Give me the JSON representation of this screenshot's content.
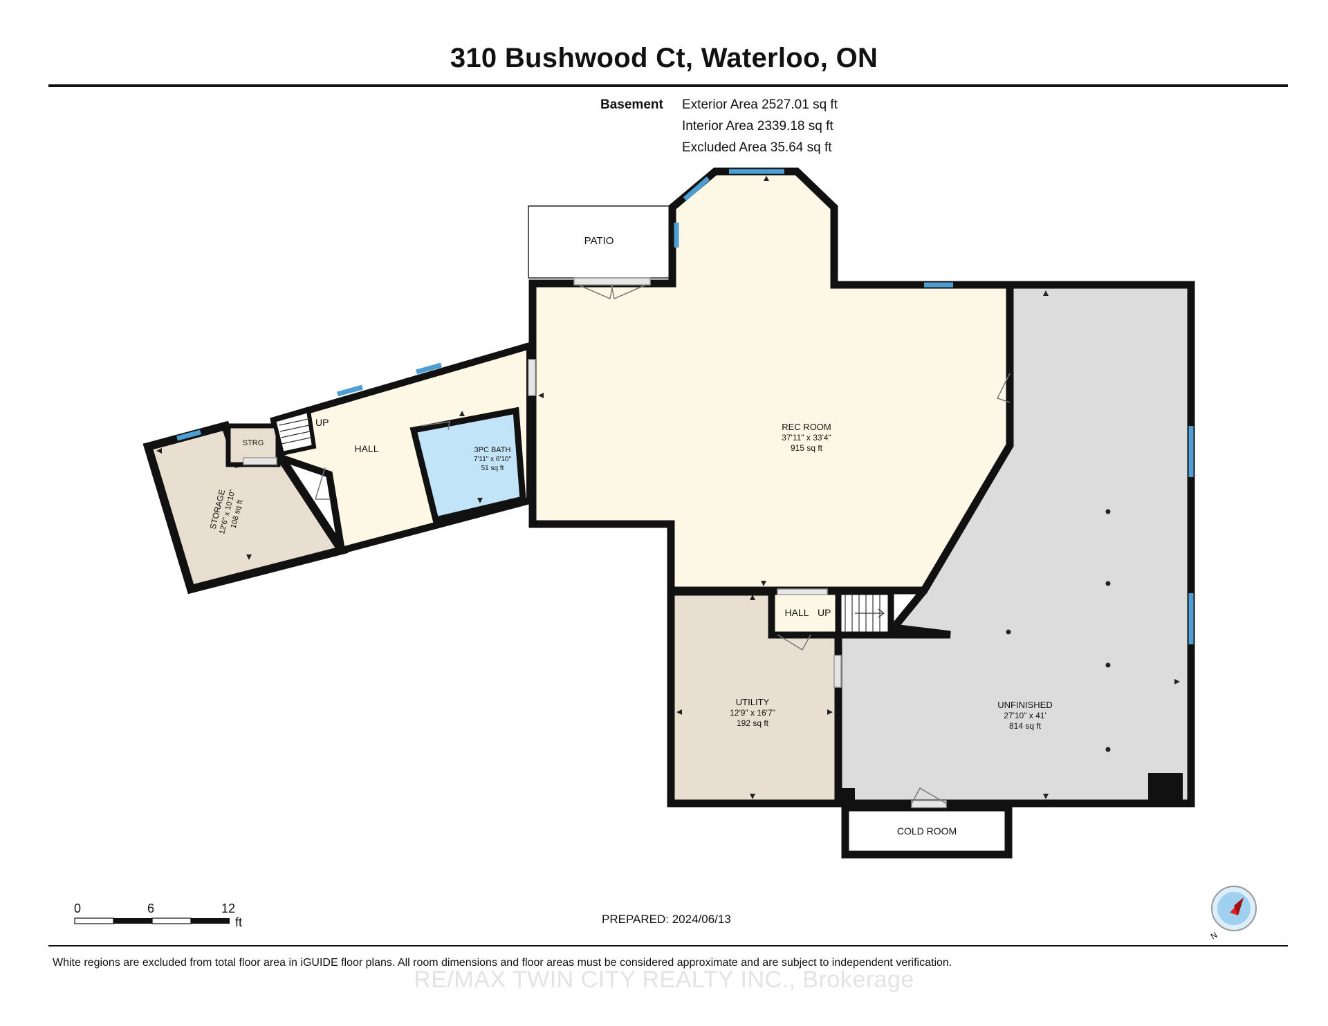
{
  "title": "310 Bushwood Ct, Waterloo, ON",
  "level": "Basement",
  "areas": [
    "Exterior Area 2527.01 sq ft",
    "Interior Area 2339.18 sq ft",
    "Excluded Area 35.64 sq ft"
  ],
  "rooms": {
    "patio": {
      "name": "PATIO"
    },
    "rec_room": {
      "name": "REC ROOM",
      "dims": "37'11\" x 33'4\"",
      "area": "915 sq ft"
    },
    "hall_west": {
      "name": "HALL"
    },
    "stairs_west": {
      "label": "UP"
    },
    "strg": {
      "name": "STRG"
    },
    "storage": {
      "name": "STORAGE",
      "dims": "12'6\" x 10'10\"",
      "area": "108 sq ft"
    },
    "bath": {
      "name": "3PC BATH",
      "dims": "7'11\" x 6'10\"",
      "area": "51 sq ft"
    },
    "hall_south": {
      "name": "HALL"
    },
    "stairs_south": {
      "label": "UP"
    },
    "utility": {
      "name": "UTILITY",
      "dims": "12'9\" x 16'7\"",
      "area": "192 sq ft"
    },
    "unfinished": {
      "name": "UNFINISHED",
      "dims": "27'10\" x 41'",
      "area": "814 sq ft"
    },
    "cold_room": {
      "name": "COLD ROOM"
    }
  },
  "scale": {
    "ticks": [
      "0",
      "6",
      "12"
    ],
    "unit": "ft"
  },
  "prepared": "PREPARED: 2024/06/13",
  "compass": {
    "label": "N"
  },
  "disclaimer": "White regions are excluded from total floor area in iGUIDE floor plans. All room dimensions and floor areas must be considered approximate and are subject to independent verification.",
  "watermark": "RE/MAX TWIN CITY REALTY INC., Brokerage",
  "colors": {
    "rec_room": "#fdf8e6",
    "storage": "#e8dfd0",
    "utility": "#e8dfd0",
    "bath": "#c2e4f8",
    "unfinished": "#dcdcdc",
    "wall": "#111111",
    "window": "#4d9ed2"
  }
}
